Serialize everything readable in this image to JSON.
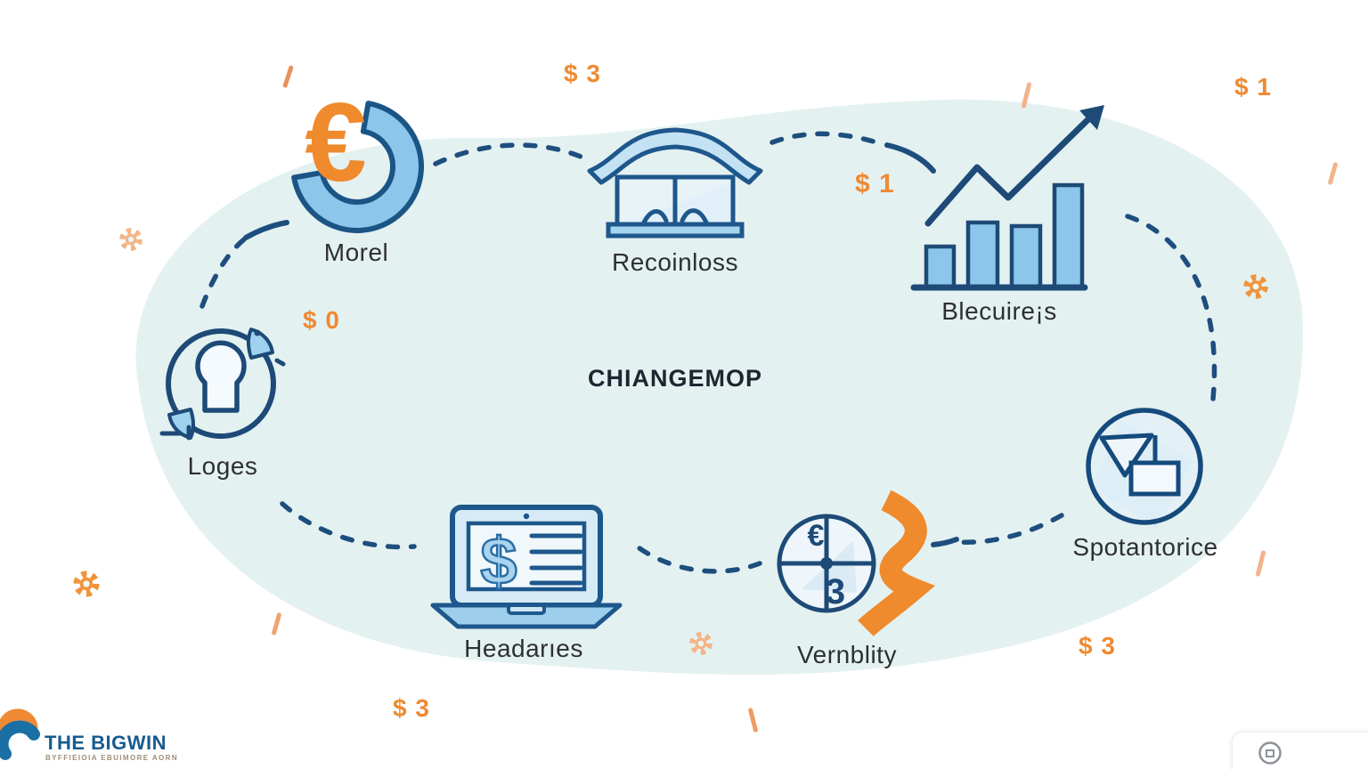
{
  "title": "CHIANGEMOP",
  "nodes": {
    "morel": {
      "label": "Morel",
      "symbol": "€"
    },
    "recoinloss": {
      "label": "Recoinloss"
    },
    "blecuires": {
      "label": "Blecuire¡s"
    },
    "spotantorice": {
      "label": "Spotantorice"
    },
    "vernblity": {
      "label": "Vernblity",
      "symbol_top": "€",
      "symbol_bottom": "3"
    },
    "headaries": {
      "label": "Headarıes",
      "symbol": "$"
    },
    "loges": {
      "label": "Loges"
    }
  },
  "badges": [
    {
      "label": "$ 3"
    },
    {
      "label": "$ 1"
    },
    {
      "label": "$ 1"
    },
    {
      "label": "$ 0"
    },
    {
      "label": "$ 3"
    },
    {
      "label": "$ 3"
    }
  ],
  "logo": {
    "name": "THE BIGWIN",
    "tagline": "BYFFIEIOIA EBUIMORE AORN"
  },
  "colors": {
    "accent_orange": "#ee8a33",
    "line_blue": "#1d4e7e",
    "fill_blue": "#8cc6ea",
    "bg_blob": "#e4f1f1"
  }
}
